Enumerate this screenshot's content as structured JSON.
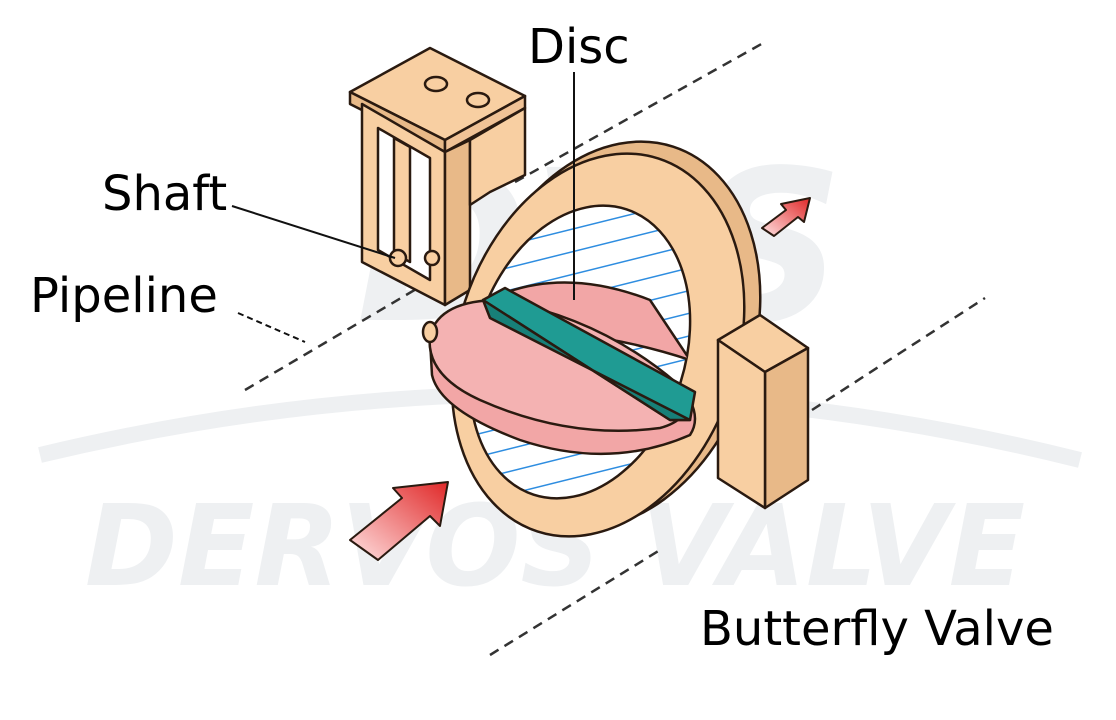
{
  "labels": {
    "disc": "Disc",
    "shaft": "Shaft",
    "pipeline": "Pipeline",
    "valve": "Butterfly Valve"
  },
  "watermark": {
    "monogram": "DVS",
    "brand": "DERVOS VALVE"
  },
  "colors": {
    "body": "#f8cfa2",
    "outline": "#2a1a10",
    "disc": "#f2a6a6",
    "shaft": "#1f9b93",
    "hatch": "#2e8de0",
    "arrow": "#e03a3a",
    "watermark": "#eef0f2"
  }
}
